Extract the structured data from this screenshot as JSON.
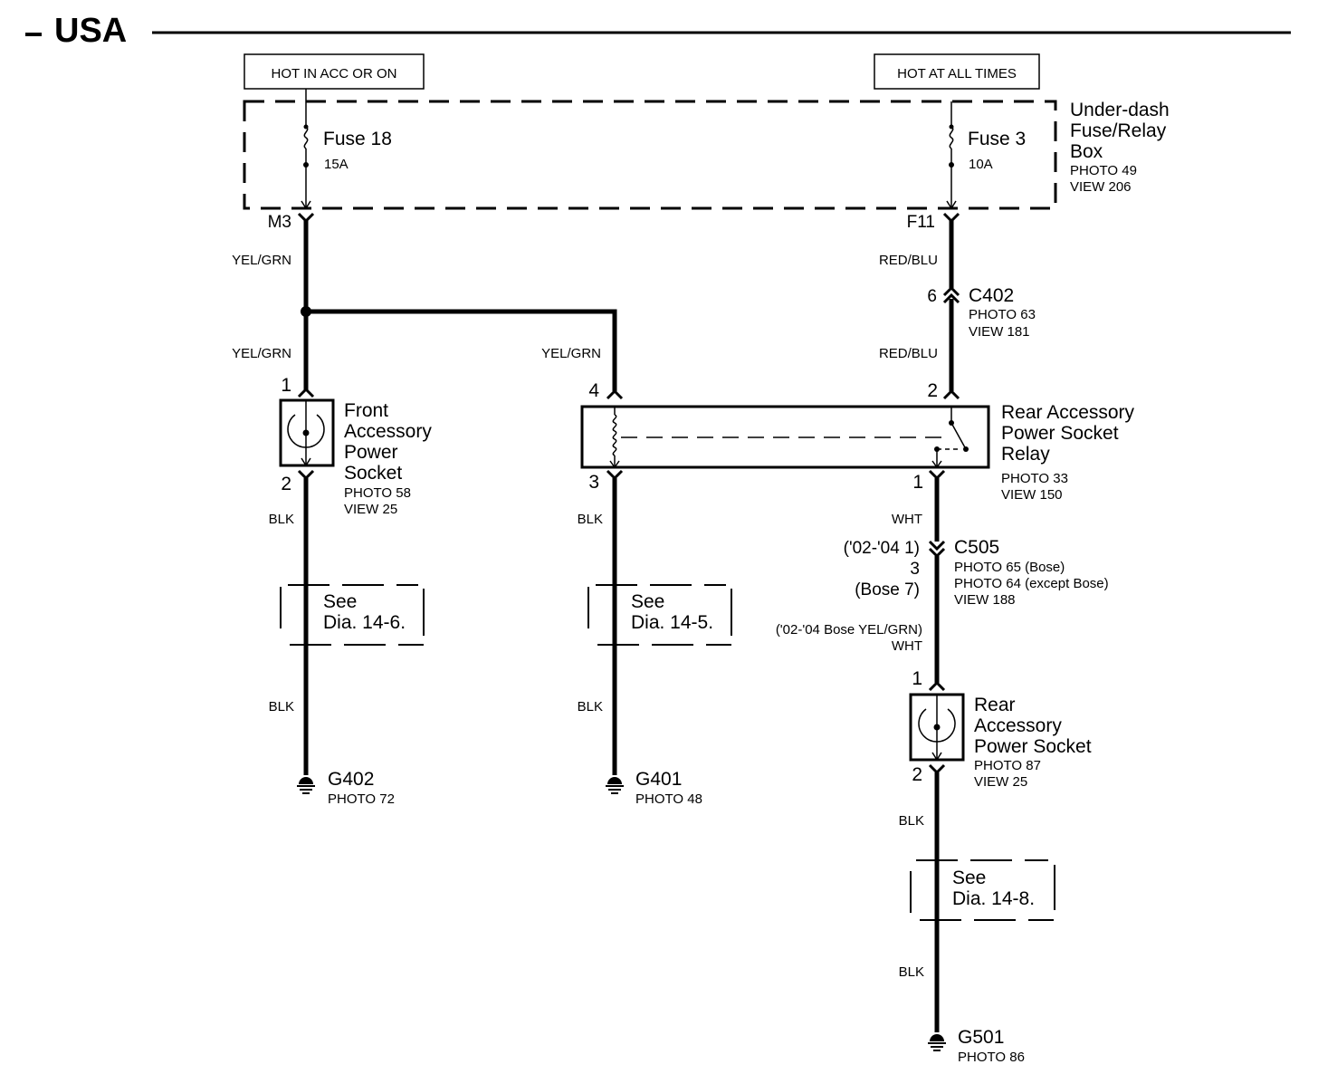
{
  "header": {
    "title": "USA"
  },
  "power": {
    "acc_label": "HOT IN ACC OR ON",
    "always_label": "HOT AT ALL TIMES"
  },
  "fusebox": {
    "name_lines": [
      "Under-dash",
      "Fuse/Relay",
      "Box"
    ],
    "photo": "PHOTO 49",
    "view": "VIEW 206",
    "fuse_left": {
      "name": "Fuse 18",
      "rating": "15A",
      "terminal": "M3"
    },
    "fuse_right": {
      "name": "Fuse 3",
      "rating": "10A",
      "terminal": "F11"
    }
  },
  "wires": {
    "yel_grn_1": "YEL/GRN",
    "yel_grn_2": "YEL/GRN",
    "yel_grn_3": "YEL/GRN",
    "red_blu_1": "RED/BLU",
    "red_blu_2": "RED/BLU",
    "blk_front_1": "BLK",
    "blk_front_2": "BLK",
    "blk_mid_1": "BLK",
    "blk_mid_2": "BLK",
    "wht_1": "WHT",
    "wht_2": "WHT",
    "wht_bose_note": "('02-'04 Bose YEL/GRN)",
    "blk_rear_1": "BLK",
    "blk_rear_2": "BLK"
  },
  "c402": {
    "pin": "6",
    "name": "C402",
    "photo": "PHOTO 63",
    "view": "VIEW 181"
  },
  "front_socket": {
    "name_lines": [
      "Front",
      "Accessory",
      "Power",
      "Socket"
    ],
    "photo": "PHOTO 58",
    "view": "VIEW 25",
    "pin_top": "1",
    "pin_bottom": "2"
  },
  "relay": {
    "name_lines": [
      "Rear Accessory",
      "Power Socket",
      "Relay"
    ],
    "photo": "PHOTO 33",
    "view": "VIEW 150",
    "pin_coil_top": "4",
    "pin_coil_bottom": "3",
    "pin_switch_top": "2",
    "pin_switch_bottom": "1"
  },
  "c505": {
    "pin_note_1": "('02-'04 1)",
    "pin": "3",
    "pin_note_2": "(Bose 7)",
    "name": "C505",
    "photo_1": "PHOTO 65 (Bose)",
    "photo_2": "PHOTO 64 (except Bose)",
    "view": "VIEW 188"
  },
  "rear_socket": {
    "name_lines": [
      "Rear",
      "Accessory",
      "Power Socket"
    ],
    "photo": "PHOTO 87",
    "view": "VIEW 25",
    "pin_top": "1",
    "pin_bottom": "2"
  },
  "refs": {
    "front": {
      "see": "See",
      "dia": "Dia.  14-6."
    },
    "mid": {
      "see": "See",
      "dia": "Dia.  14-5."
    },
    "rear": {
      "see": "See",
      "dia": "Dia.  14-8."
    }
  },
  "grounds": {
    "g402": {
      "name": "G402",
      "photo": "PHOTO 72"
    },
    "g401": {
      "name": "G401",
      "photo": "PHOTO 48"
    },
    "g501": {
      "name": "G501",
      "photo": "PHOTO 86"
    }
  }
}
